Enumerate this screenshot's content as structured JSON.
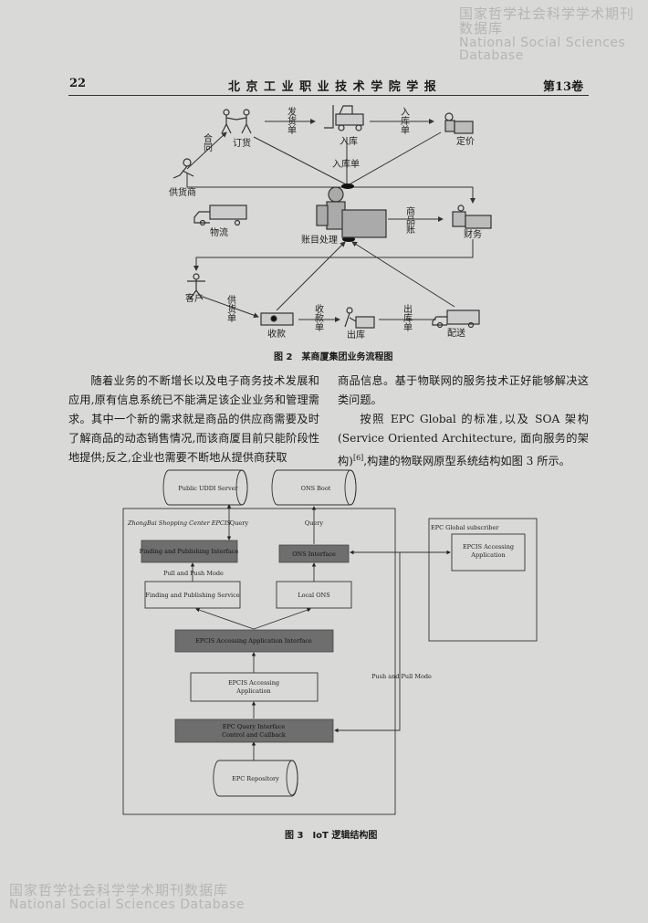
{
  "watermark": {
    "cn": "国家哲学社会科学学术期刊数据库",
    "en": "National Social Sciences Database"
  },
  "header": {
    "page_number": "22",
    "journal_title": "北 京 工 业 职 业 技 术 学 院 学 报",
    "volume": "第13卷"
  },
  "figure2": {
    "caption": "图 2　某商厦集团业务流程图",
    "labels": {
      "order": "订货",
      "contract": "合同",
      "shipping_note": "发货单",
      "warehousing": "入库",
      "warehousing_note_top": "入库单",
      "pricing": "定价",
      "supplier": "供货商",
      "warehousing_note_center": "入库单",
      "logistics": "物流",
      "accounting": "账目处理",
      "goods_account": "商品账",
      "finance": "财务",
      "customer": "客户",
      "supply_note": "供货单",
      "cashier": "收款",
      "receipt_note": "收款单",
      "outbound": "出库",
      "outbound_note": "出库单",
      "delivery": "配送"
    }
  },
  "body_text": {
    "left": [
      "随着业务的不断增长以及电子商务技术发展和应用,原有信息系统已不能满足该企业业务和管理需求。其中一个新的需求就是商品的供应商需要及时了解商品的动态销售情况,而该商厦目前只能阶段性地提供;反之,企业也需要不断地从提供商获取"
    ],
    "right_p1": "商品信息。基于物联网的服务技术正好能够解决这类问题。",
    "right_p2": "按照 EPC Global 的标准,以及 SOA 架构(Service Oriented Architecture, 面向服务的架构)",
    "right_p2_ref": "[6]",
    "right_p2_end": ",构建的物联网原型系统结构如图 3 所示。"
  },
  "figure3": {
    "caption": "图 3　IoT 逻辑结构图",
    "public_uddi": "Public UDDI Server",
    "ons_boot": "ONS Boot",
    "epcis_container": "ZhongBai Shopping Center EPCIS",
    "query_left": "Query",
    "query_right": "Query",
    "finding_interface": "Finding and Publishing Interface",
    "ons_interface": "ONS Interface",
    "pull_push": "Pull and Push Mode",
    "finding_service": "Finding and Publishing Service",
    "local_ons": "Local ONS",
    "epcis_app_interface": "EPCIS Accessing Application Interface",
    "epcis_app_l1": "EPCIS Accessing",
    "epcis_app_l2": "Application",
    "epc_query_l1": "EPC Query Interface",
    "epc_query_l2": "Control and Callback",
    "epc_repository": "EPC Repository",
    "subscriber": "EPC Global subscriber",
    "sub_app_l1": "EPCIS Accessing",
    "sub_app_l2": "Application",
    "push_pull": "Push and Pull Mode"
  },
  "colors": {
    "page": "#d9d9d7",
    "dark_box": "#6e6e6e",
    "line": "#333333"
  }
}
